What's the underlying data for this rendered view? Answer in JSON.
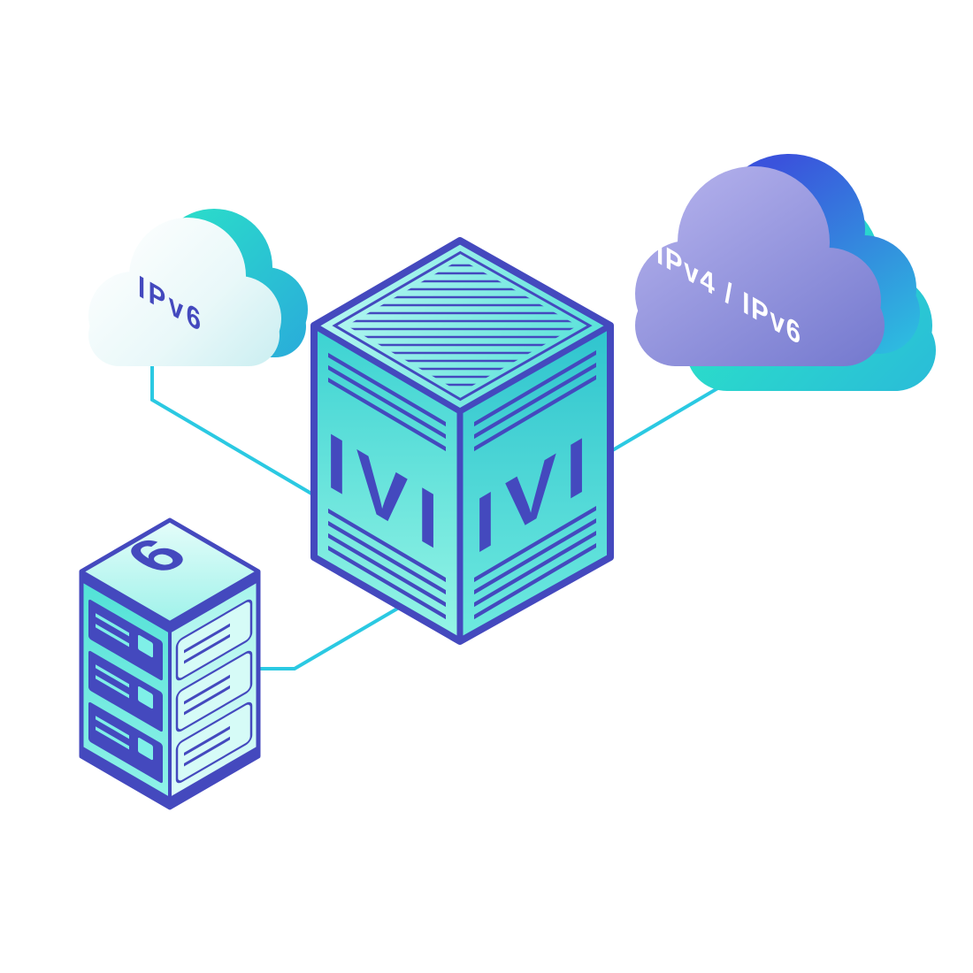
{
  "illustration": {
    "left_cloud": {
      "label": "IPv6"
    },
    "right_cloud": {
      "label": "IPv4 / IPv6"
    },
    "translator_cube": {
      "left_face_label": "IVI",
      "right_face_label": "IVI"
    },
    "server_tower": {
      "top_label": "6"
    },
    "colors": {
      "connector": "#2BC9E2",
      "indigo": "#4449BE",
      "teal_accent": "#2BDFC9",
      "blue_accent": "#3A53DC",
      "purple": "#8A8EDA",
      "cloud_light": "#E9F8F9",
      "cube_teal": "#3BD2D2",
      "background": "#FFFFFF"
    }
  }
}
